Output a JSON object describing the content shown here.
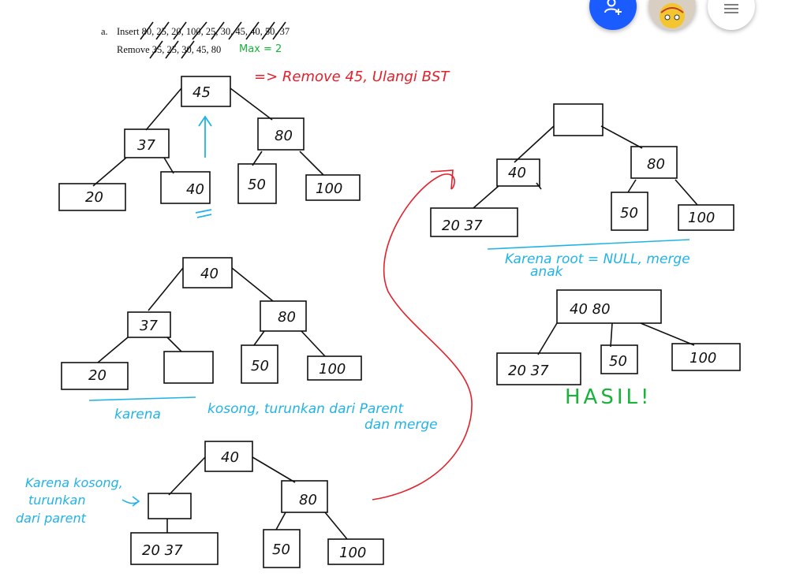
{
  "problem": {
    "label": "a.",
    "insert_line": "Insert 80, 25, 20, 100, 25, 30, 45, 40, 50, 37",
    "remove_line": "Remove 35, 25, 30, 45, 80",
    "max_note": "Max = 2"
  },
  "annotations": {
    "remove_note": "=> Remove 45, Ulangi BST",
    "karena": "karena",
    "kosong_note": "kosong, turunkan dari Parent",
    "merge_note": "dan merge",
    "side_note_1": "Karena kosong,",
    "side_note_2": "turunkan",
    "side_note_3": "dari parent",
    "root_null_note": "Karena root = NULL, merge",
    "root_null_note_2": "anak",
    "result": "HASIL!"
  },
  "trees": {
    "t1": {
      "root": "45",
      "mid_left": "37",
      "mid_right": "80",
      "l1": "20",
      "l2": "40",
      "l3": "50",
      "l4": "100"
    },
    "t2": {
      "root": "40",
      "mid_left": "37",
      "mid_right": "80",
      "l1": "20",
      "l2": "",
      "l3": "50",
      "l4": "100"
    },
    "t3": {
      "root": "40",
      "mid_left": "",
      "mid_right": "80",
      "l1": "20   37",
      "l3": "50",
      "l4": "100"
    },
    "t4": {
      "root": "",
      "mid_left": "40",
      "mid_right": "80",
      "l1": "20   37",
      "l3": "50",
      "l4": "100"
    },
    "t5": {
      "root": "40     80",
      "l1": "20   37",
      "l2": "50",
      "l3": "100"
    }
  },
  "toolbar": {
    "add_user_icon": "person-add-icon",
    "avatar_icon": "avatar",
    "menu_icon": "hamburger-menu-icon"
  },
  "colors": {
    "ink": "#111111",
    "red": "#e3202c",
    "cyan": "#22b3e6",
    "green": "#19b23a",
    "fab_blue": "#1a5cff"
  }
}
